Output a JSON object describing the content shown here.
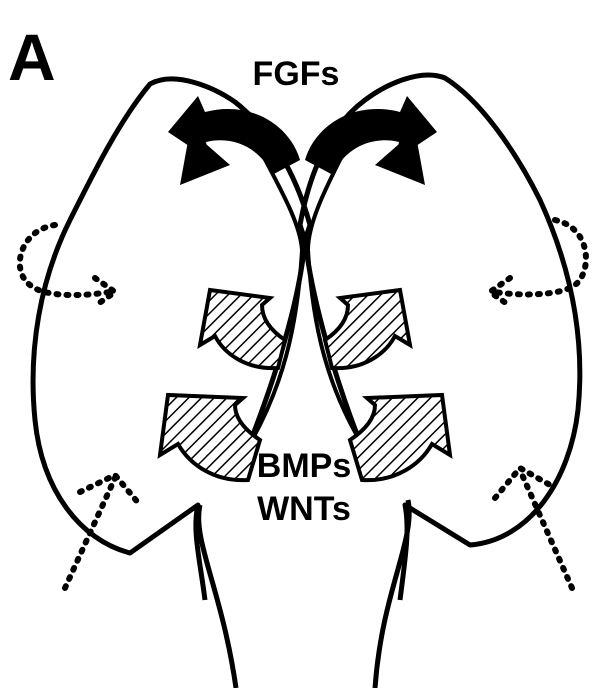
{
  "figure": {
    "panel_label": "A",
    "labels": {
      "fgf": "FGFs",
      "bmp": "BMPs",
      "wnt": "WNTs"
    }
  },
  "colors": {
    "ink": "#000000",
    "background": "#ffffff"
  },
  "icons": [
    "solid-curved-arrow-icon",
    "hatched-arrow-icon",
    "dotted-circular-arrow-icon",
    "dotted-straight-arrow-icon"
  ]
}
